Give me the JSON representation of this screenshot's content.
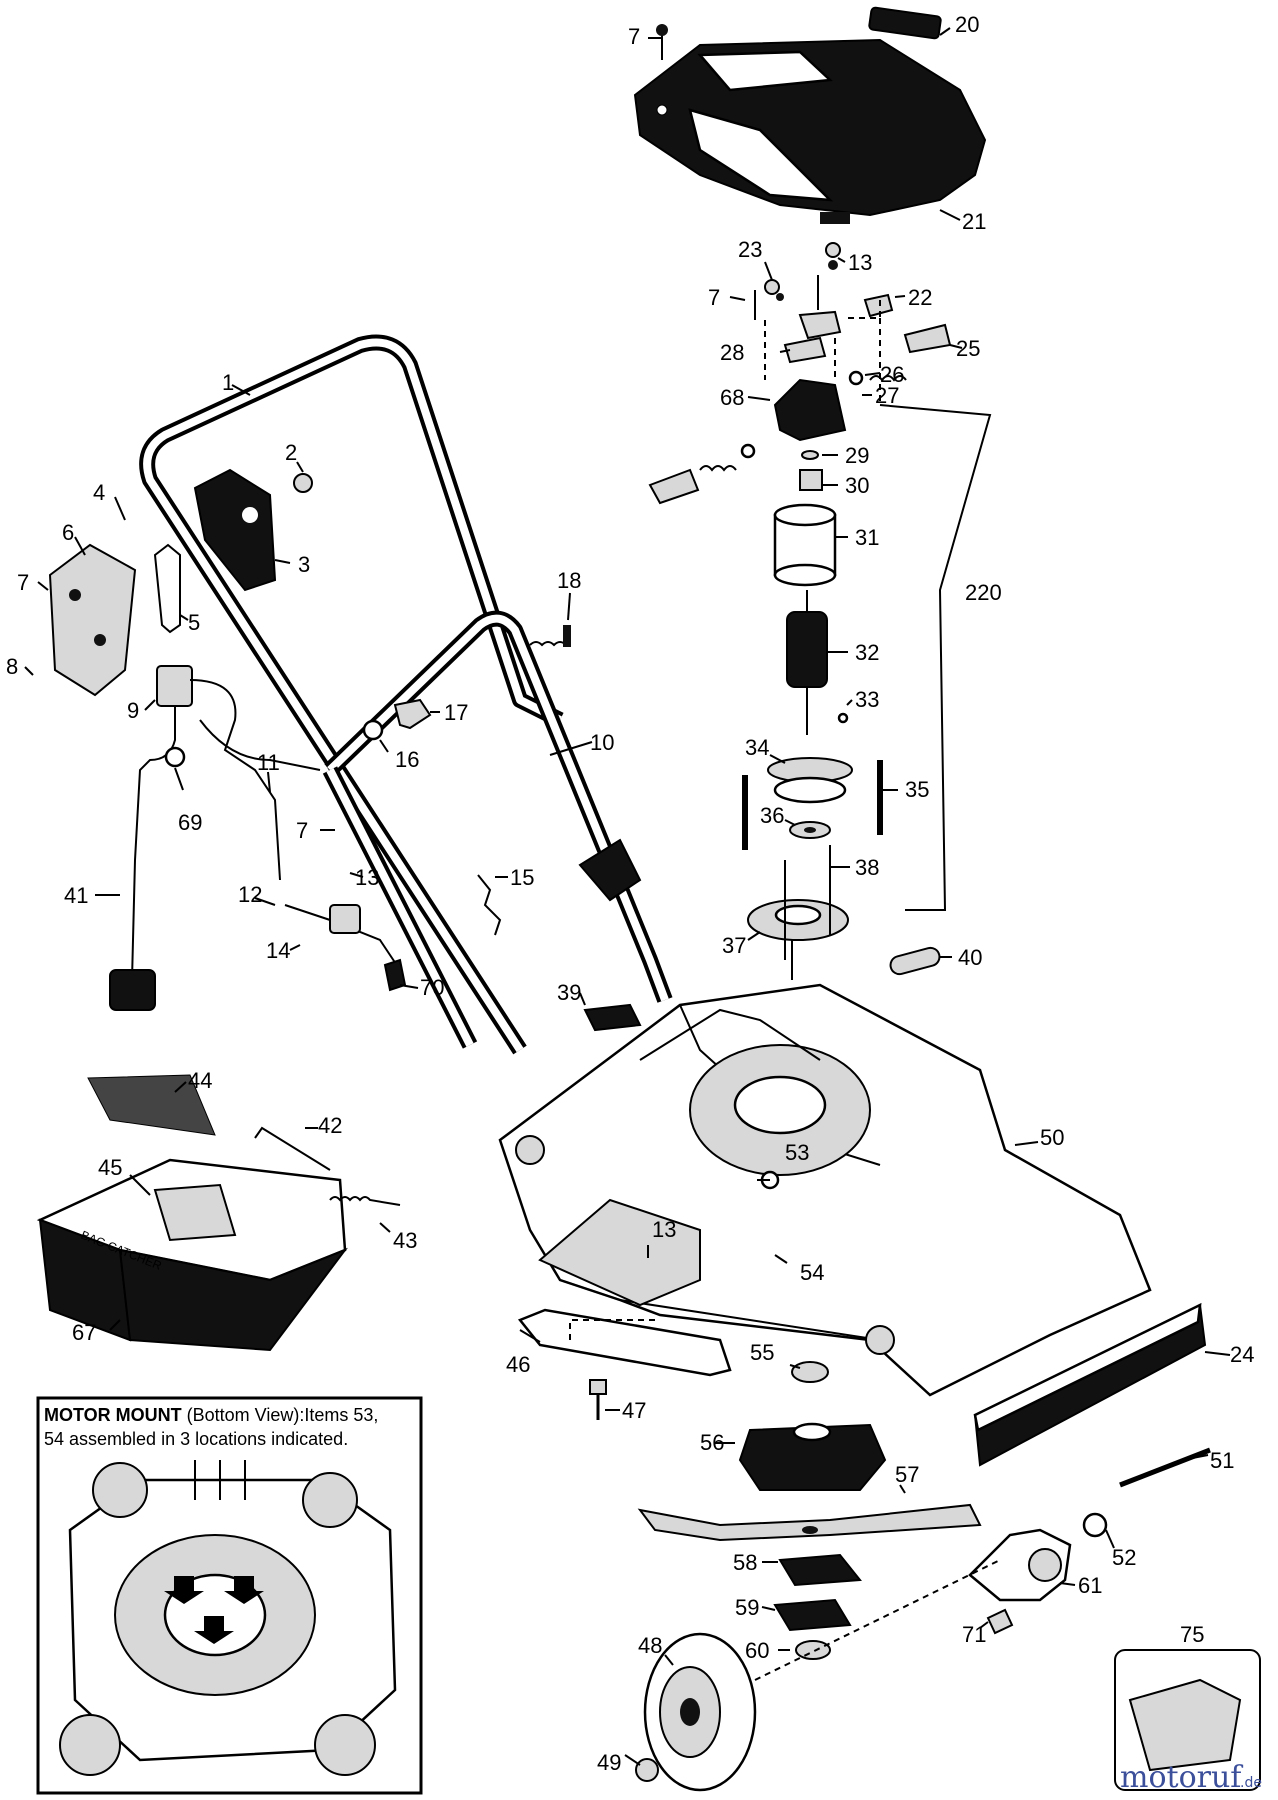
{
  "inset": {
    "title_bold": "MOTOR MOUNT",
    "title_rest": " (Bottom View):Items 53,",
    "title_line2": "54 assembled in 3 locations indicated."
  },
  "watermark": {
    "brand": "motoruf",
    "tld": ".de"
  },
  "catcher_text": "BAG CATCHER",
  "callouts": [
    {
      "num": "7"
    },
    {
      "num": "20"
    },
    {
      "num": "21"
    },
    {
      "num": "23"
    },
    {
      "num": "13"
    },
    {
      "num": "7"
    },
    {
      "num": "22"
    },
    {
      "num": "28"
    },
    {
      "num": "25"
    },
    {
      "num": "26"
    },
    {
      "num": "27"
    },
    {
      "num": "68"
    },
    {
      "num": "29"
    },
    {
      "num": "30"
    },
    {
      "num": "31"
    },
    {
      "num": "220"
    },
    {
      "num": "32"
    },
    {
      "num": "33"
    },
    {
      "num": "34"
    },
    {
      "num": "35"
    },
    {
      "num": "36"
    },
    {
      "num": "38"
    },
    {
      "num": "37"
    },
    {
      "num": "40"
    },
    {
      "num": "1"
    },
    {
      "num": "2"
    },
    {
      "num": "3"
    },
    {
      "num": "4"
    },
    {
      "num": "6"
    },
    {
      "num": "5"
    },
    {
      "num": "7"
    },
    {
      "num": "8"
    },
    {
      "num": "9"
    },
    {
      "num": "18"
    },
    {
      "num": "17"
    },
    {
      "num": "16"
    },
    {
      "num": "10"
    },
    {
      "num": "11"
    },
    {
      "num": "69"
    },
    {
      "num": "7"
    },
    {
      "num": "13"
    },
    {
      "num": "41"
    },
    {
      "num": "12"
    },
    {
      "num": "15"
    },
    {
      "num": "14"
    },
    {
      "num": "70"
    },
    {
      "num": "39"
    },
    {
      "num": "44"
    },
    {
      "num": "42"
    },
    {
      "num": "45"
    },
    {
      "num": "43"
    },
    {
      "num": "67"
    },
    {
      "num": "53"
    },
    {
      "num": "50"
    },
    {
      "num": "13"
    },
    {
      "num": "54"
    },
    {
      "num": "46"
    },
    {
      "num": "55"
    },
    {
      "num": "24"
    },
    {
      "num": "47"
    },
    {
      "num": "56"
    },
    {
      "num": "57"
    },
    {
      "num": "51"
    },
    {
      "num": "58"
    },
    {
      "num": "52"
    },
    {
      "num": "59"
    },
    {
      "num": "61"
    },
    {
      "num": "60"
    },
    {
      "num": "71"
    },
    {
      "num": "48"
    },
    {
      "num": "75"
    },
    {
      "num": "49"
    }
  ]
}
